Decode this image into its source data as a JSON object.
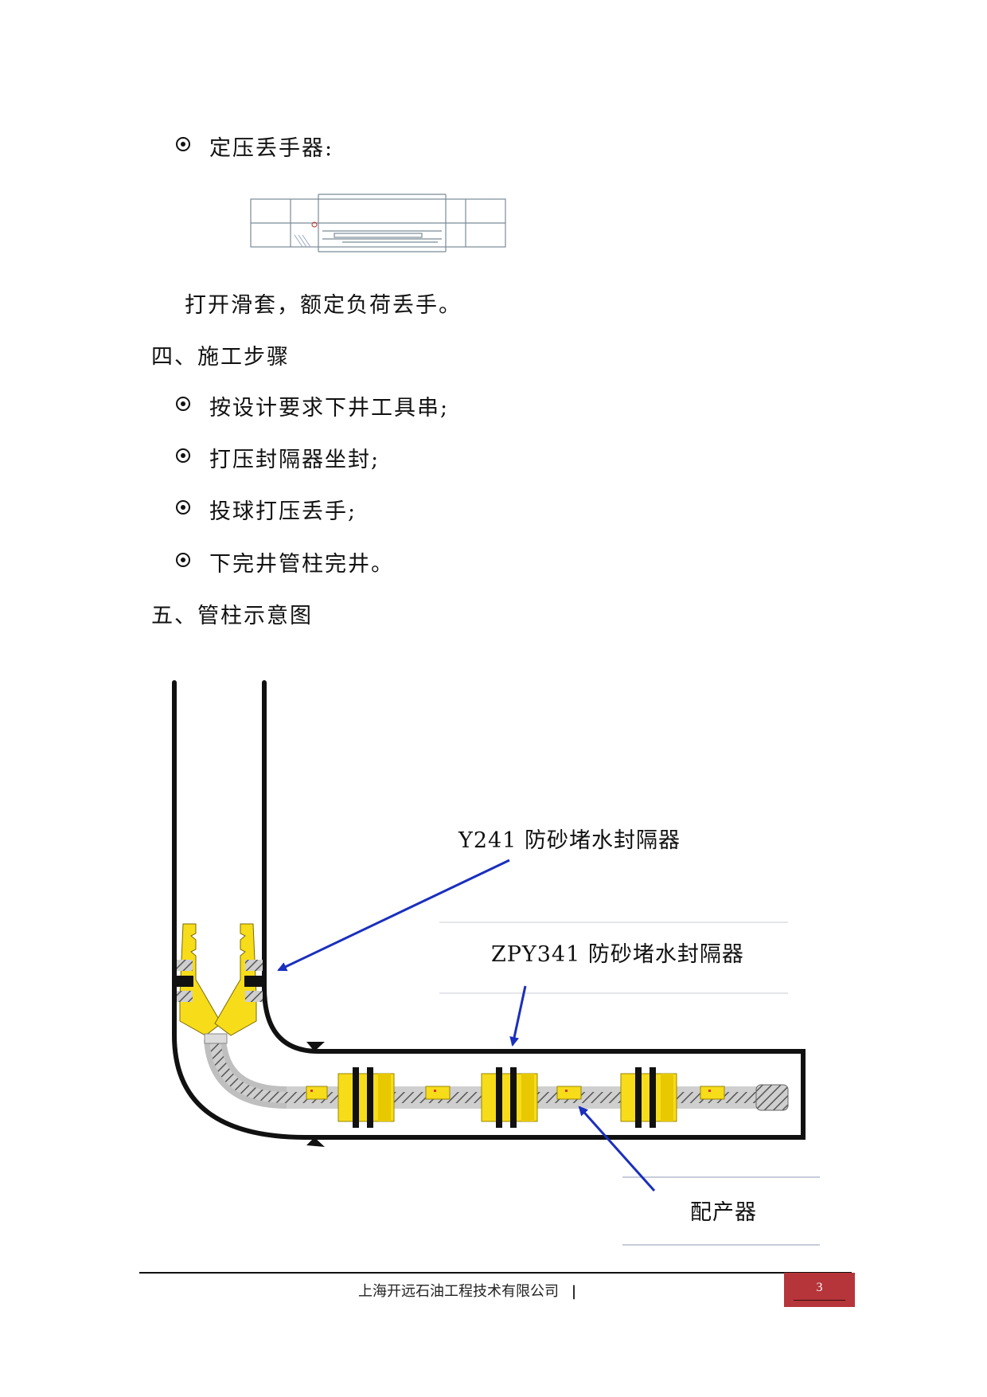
{
  "sections": {
    "item_dingya": "定压丢手器:",
    "desc_dingya": "打开滑套，额定负荷丢手。",
    "heading_four": "四、施工步骤",
    "steps": [
      "按设计要求下井工具串;",
      "打压封隔器坐封;",
      "投球打压丢手;",
      "下完井管柱完井。"
    ],
    "heading_five": "五、管柱示意图"
  },
  "diagram": {
    "label_y241": "Y241 防砂堵水封隔器",
    "label_zpy341": "ZPY341 防砂堵水封隔器",
    "label_peichan": "配产器",
    "colors": {
      "packer_yellow": "#f7dc1a",
      "arrow_blue": "#1a2fbd",
      "casing_black": "#111111",
      "tubing_gray": "#bfbfbf"
    }
  },
  "footer": {
    "company": "上海开远石油工程技术有限公司",
    "separator": "|",
    "page_number": "3",
    "accent_color": "#b5353a"
  }
}
